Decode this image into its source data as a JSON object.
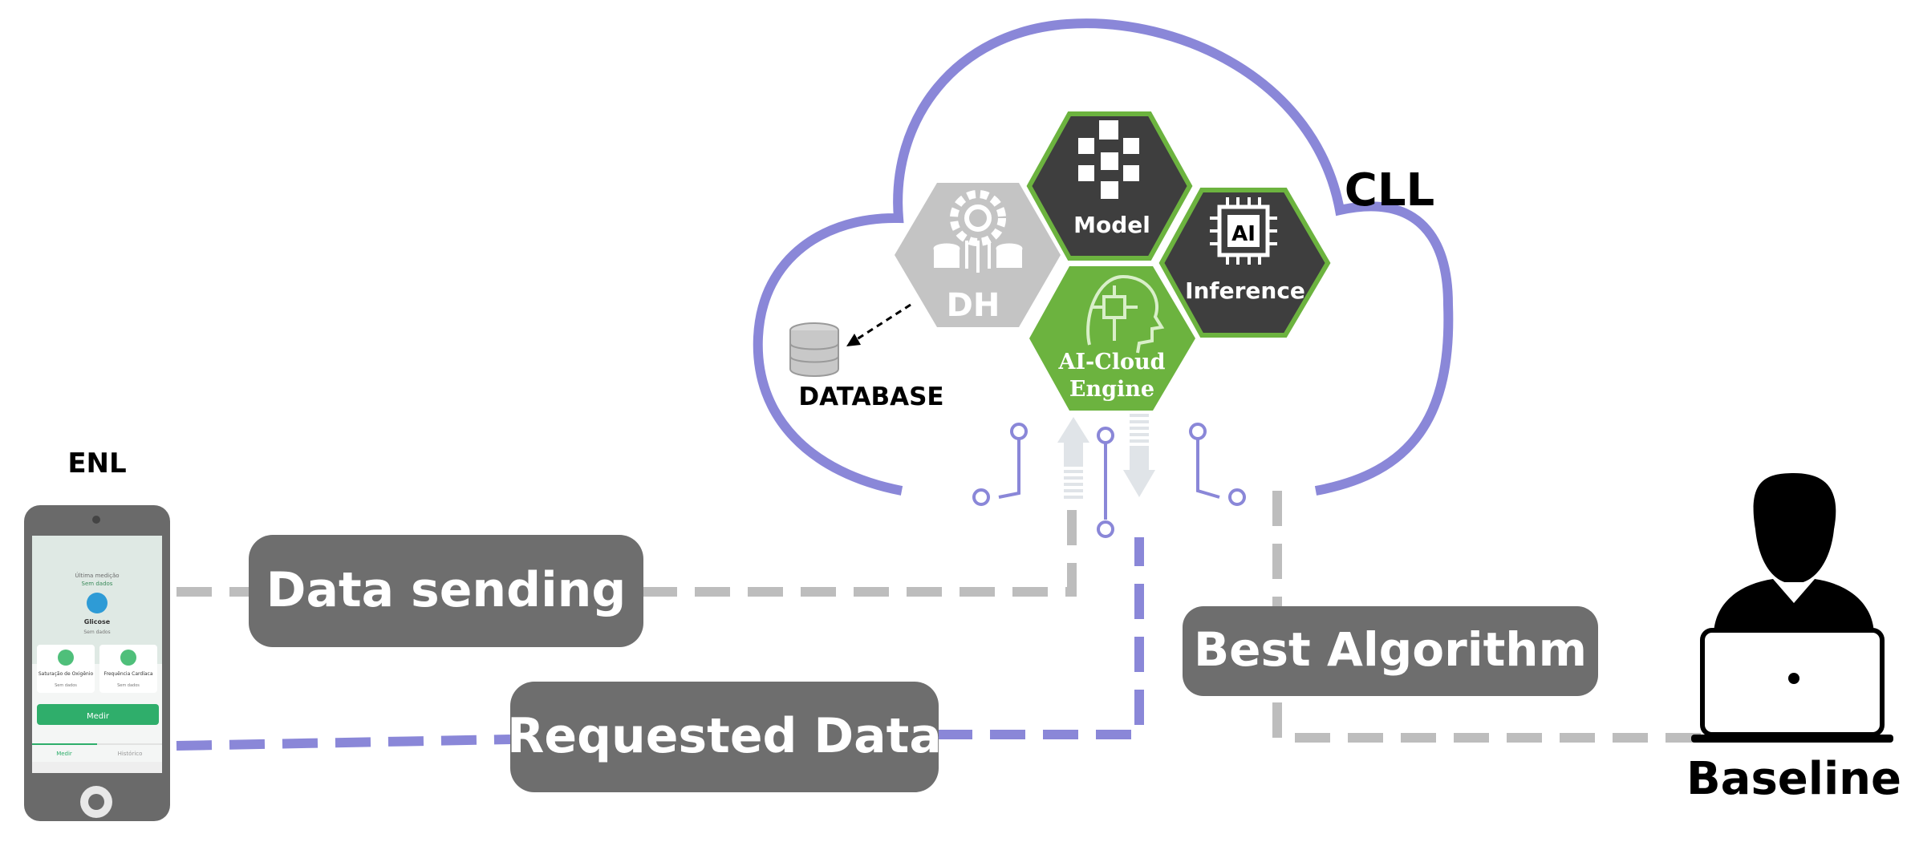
{
  "labels": {
    "cll": "CLL",
    "enl": "ENL",
    "baseline": "Baseline",
    "database": "DATABASE"
  },
  "hexagons": {
    "dh": "DH",
    "model": "Model",
    "ai_badge": "AI",
    "inference": "Inference",
    "ai_cloud_line1": "AI-Cloud",
    "ai_cloud_line2": "Engine"
  },
  "flows": {
    "data_sending": "Data sending",
    "requested_data": "Requested Data",
    "best_algorithm": "Best Algorithm"
  },
  "phone": {
    "status_title": "Última medição",
    "status_value": "Sem dados",
    "card_main_title": "Glicose",
    "card_main_sub": "Sem dados",
    "card_left_title": "Saturação de Oxigênio",
    "card_left_sub": "Sem dados",
    "card_right_title": "Frequência Cardíaca",
    "card_right_sub": "Sem dados",
    "measure_button": "Medir",
    "tab_measure": "Medir",
    "tab_history": "Histórico"
  },
  "colors": {
    "cloud": "#8a87d8",
    "gray_dash": "#bdbdbd",
    "purple_dash": "#8a87d8",
    "pill": "#6e6e6e",
    "hex_dark": "#3e3e3e",
    "hex_green": "#6cb33f",
    "hex_gray": "#c4c4c4",
    "phone_button": "#2fae6b"
  },
  "icons": [
    "gear-database-icon",
    "cube-network-icon",
    "ai-chip-icon",
    "brain-circuit-icon",
    "database-icon",
    "user-laptop-icon"
  ]
}
